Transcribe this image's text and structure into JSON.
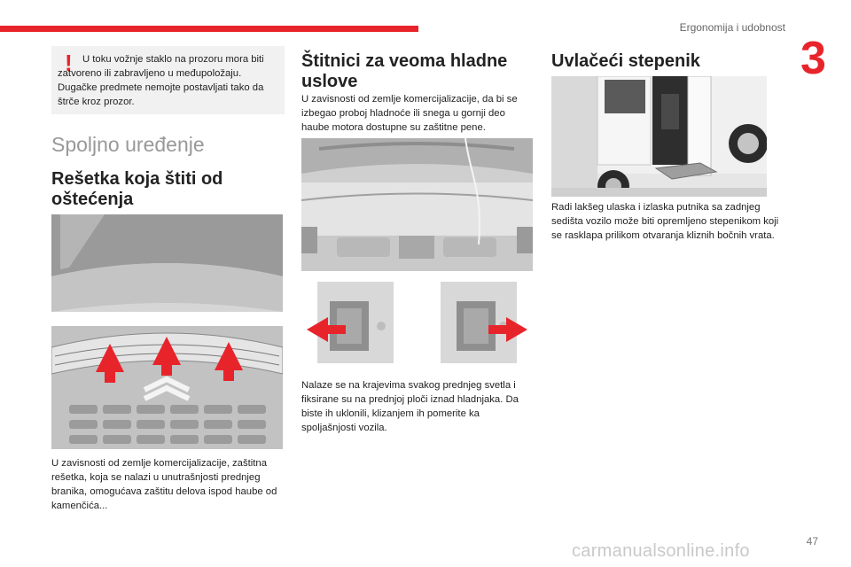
{
  "header": {
    "chapter_title": "Ergonomija i udobnost",
    "chapter_number": "3"
  },
  "warning": {
    "icon": "exclamation-icon",
    "text": "U toku vožnje staklo na prozoru mora biti zatvoreno ili zabravljeno u međupoložaju. Dugačke predmete nemojte postavljati tako da štrče kroz prozor."
  },
  "col1": {
    "section_title": "Spoljno uređenje",
    "heading": "Rešetka koja štiti od oštećenja",
    "text": "U zavisnosti od zemlje komercijalizacije, zaštitna rešetka, koja se nalazi u unutrašnjosti prednjeg branika, omogućava zaštitu delova ispod haube od kamenčića..."
  },
  "col2": {
    "heading": "Štitnici za veoma hladne uslove",
    "intro": "U zavisnosti od zemlje komercijalizacije, da bi se izbegao proboj hladnoće ili snega u gornji deo haube motora dostupne su zaštitne pene.",
    "text": "Nalaze se na krajevima svakog prednjeg svetla i fiksirane su na prednjoj ploči iznad hladnjaka. Da biste ih uklonili, klizanjem ih pomerite ka spoljašnjosti vozila."
  },
  "col3": {
    "heading": "Uvlačeći stepenik",
    "text": "Radi lakšeg ulaska i izlaska putnika sa zadnjeg sedišta vozilo može biti opremljeno stepenikom koji se rasklapa prilikom otvaranja kliznih bočnih vrata."
  },
  "footer": {
    "page_number": "47",
    "watermark": "carmanualsonline.info"
  },
  "colors": {
    "accent": "#e8242b",
    "arrow": "#e8242b"
  }
}
